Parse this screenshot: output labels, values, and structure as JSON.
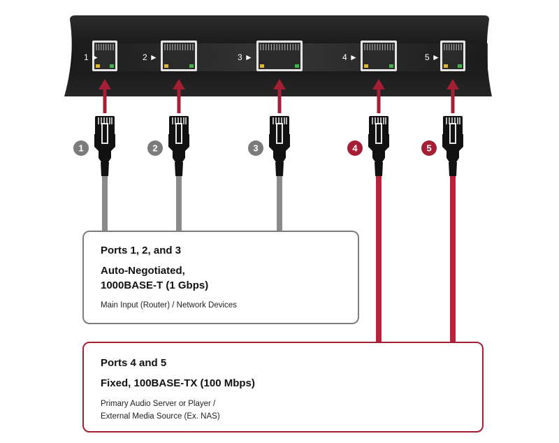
{
  "ports": [
    {
      "number": "1",
      "label": "1 ►",
      "group": "gigabit"
    },
    {
      "number": "2",
      "label": "2 ►",
      "group": "gigabit"
    },
    {
      "number": "3",
      "label": "3 ►",
      "group": "gigabit"
    },
    {
      "number": "4",
      "label": "4 ►",
      "group": "fast"
    },
    {
      "number": "5",
      "label": "5 ►",
      "group": "fast"
    }
  ],
  "groups": {
    "gigabit": {
      "title": "Ports 1, 2, and 3",
      "speed_line1": "Auto-Negotiated,",
      "speed_line2": "1000BASE-T (1 Gbps)",
      "description": "Main Input (Router) / Network Devices",
      "device_icons": [
        "router-icon"
      ]
    },
    "fast": {
      "title": "Ports 4 and 5",
      "speed": "Fixed, 100BASE-TX (100 Mbps)",
      "description_line1": "Primary Audio Server or Player /",
      "description_line2": "External Media Source (Ex. NAS)",
      "device_icons": [
        "laptop-icon",
        "audio-player-icon"
      ]
    }
  },
  "colors": {
    "gigabit_cable": "#8a8a8a",
    "fast_cable": "#b5243a",
    "gigabit_badge": "#7b7b7b",
    "fast_badge": "#a41f35",
    "arrow": "#a41f35",
    "switch_body": "#1b1b1b"
  }
}
